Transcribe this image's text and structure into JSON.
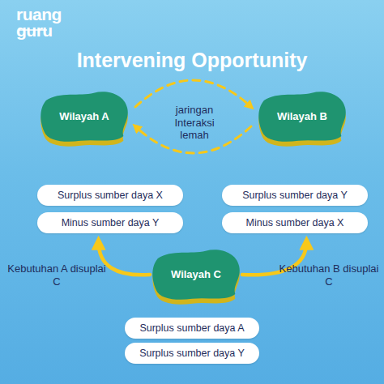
{
  "diagram": {
    "title": "Intervening Opportunity",
    "nodes": [
      {
        "text": [
          "Wilayah A"
        ]
      },
      {
        "text": [
          "Wilayah B"
        ]
      },
      {
        "text": [
          "Surplus sumber daya X"
        ]
      },
      {
        "text": [
          "Minus sumber daya Y"
        ]
      },
      {
        "text": [
          "Surplus sumber daya Y"
        ]
      },
      {
        "text": [
          "Minus sumber daya X"
        ]
      },
      {
        "text": [
          "Wilayah C"
        ]
      },
      {
        "text": [
          "Surplus sumber daya A"
        ]
      },
      {
        "text": [
          "Surplus sumber daya Y"
        ]
      }
    ],
    "edges": [
      {
        "from": 0,
        "to": 1,
        "arrow": "both",
        "label": "jaringan Interaksi lemah"
      },
      {
        "from": 6,
        "to": 3,
        "arrow": "to",
        "label": "Kebutuhan A disuplai C"
      },
      {
        "from": 6,
        "to": 5,
        "arrow": "to",
        "label": "Kebutuhan B disuplai C"
      }
    ],
    "labels": [
      "ruang guru"
    ]
  }
}
